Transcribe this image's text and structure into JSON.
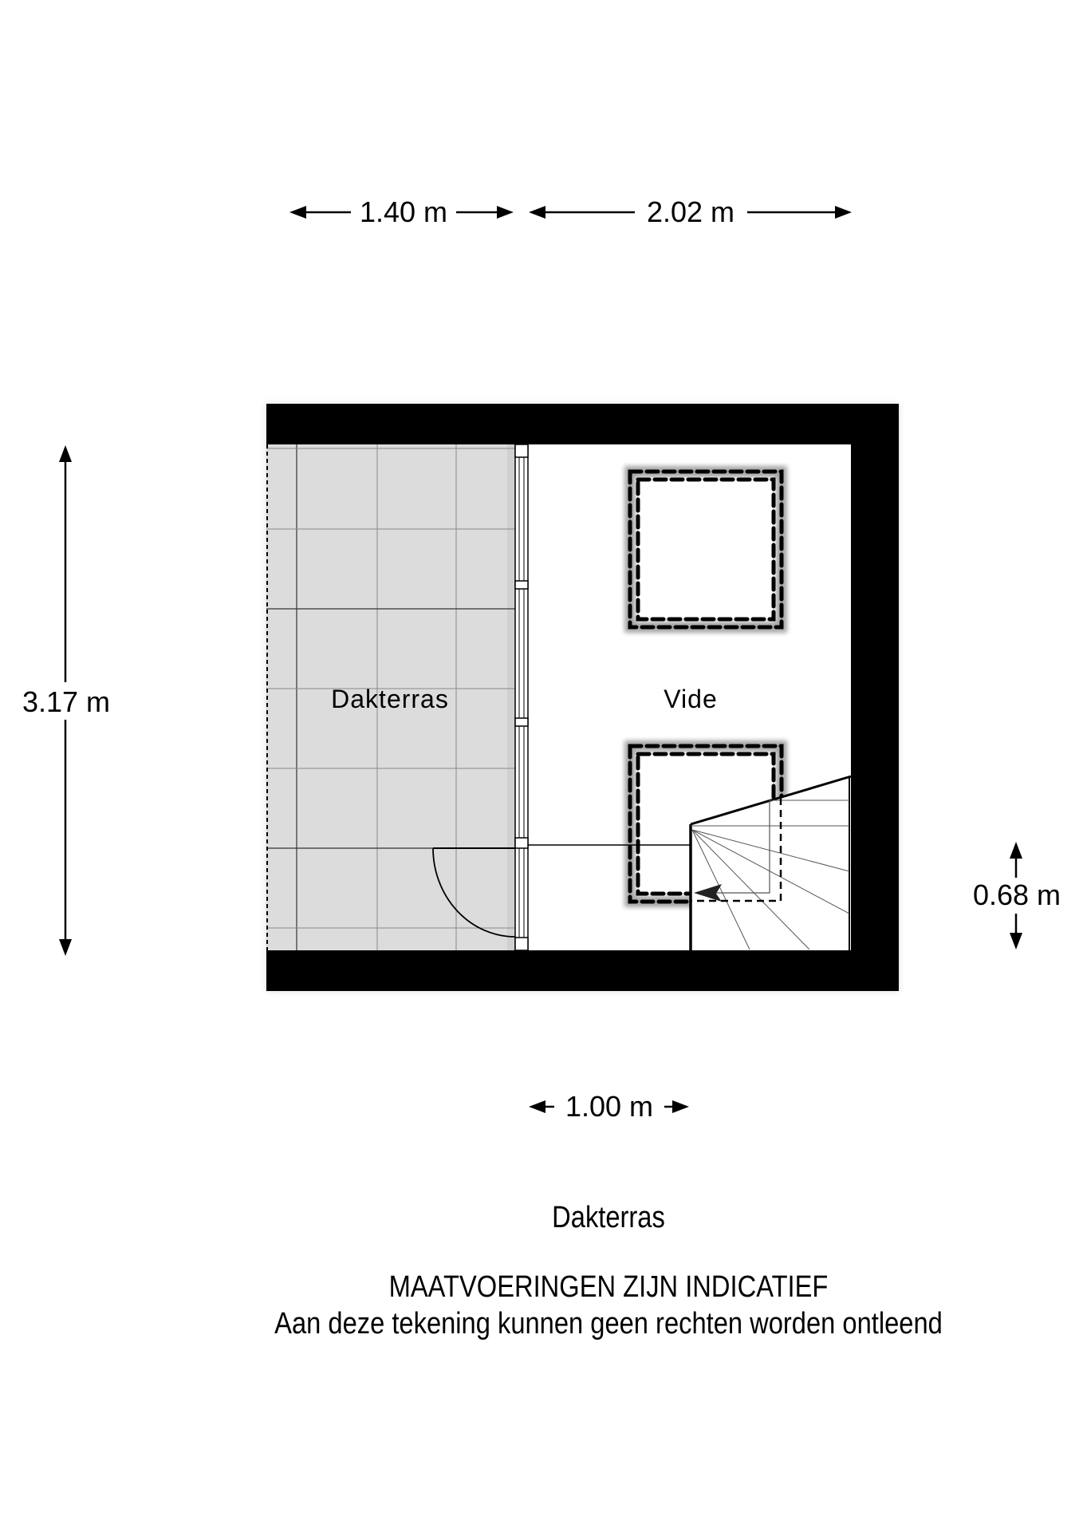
{
  "dimensions": {
    "top_left_width": "1.40 m",
    "top_right_width": "2.02 m",
    "left_height": "3.17 m",
    "right_stair_height": "0.68 m",
    "bottom_width": "1.00 m"
  },
  "rooms": {
    "terrace": "Dakterras",
    "void": "Vide"
  },
  "caption": {
    "floor_name": "Dakterras",
    "disclaimer_title": "MAATVOERINGEN ZIJN INDICATIEF",
    "disclaimer_text": "Aan deze tekening kunnen geen rechten worden ontleend"
  },
  "colors": {
    "wall": "#000000",
    "terrace_fill": "#dcdcdc",
    "void_fill": "#ffffff",
    "line": "#000000"
  }
}
